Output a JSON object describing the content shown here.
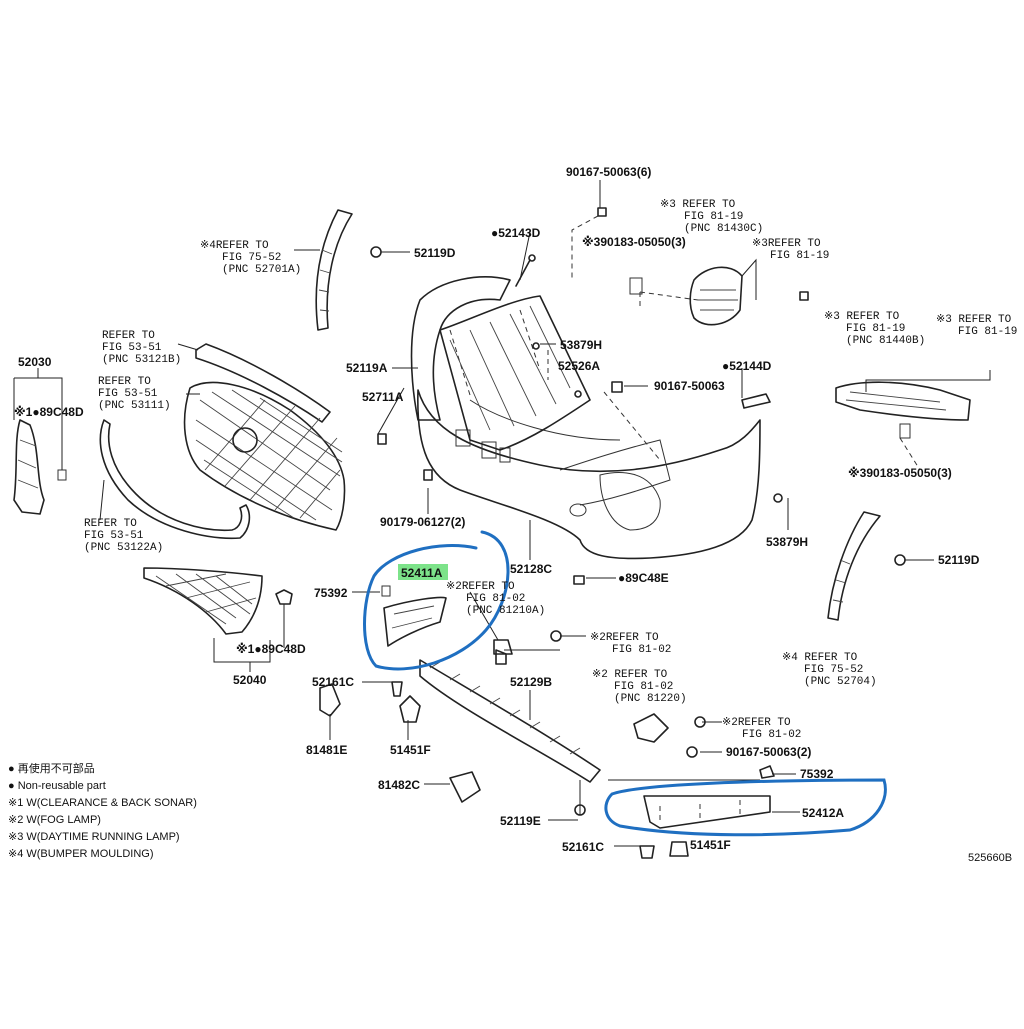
{
  "part_labels": {
    "p90167_top": "90167-50063(6)",
    "p52143D": "52143D",
    "p52119D_top": "52119D",
    "p52030": "52030",
    "p89C48D_left": "89C48D",
    "p52119A": "52119A",
    "p53879H_mid": "53879H",
    "p52526A": "52526A",
    "p90167_mid": "90167-50063",
    "p52144D": "52144D",
    "p52711A": "52711A",
    "p90179": "90179-06127(2)",
    "p52128C": "52128C",
    "p89C48E": "89C48E",
    "p53879H_right": "53879H",
    "p52119D_right": "52119D",
    "p52411A": "52411A",
    "p75392_left": "75392",
    "p89C48D_mid": "89C48D",
    "p52040": "52040",
    "p52161C_left": "52161C",
    "p52129B": "52129B",
    "p81481E": "81481E",
    "p51451F_left": "51451F",
    "p81482C": "81482C",
    "p52119E": "52119E",
    "p52161C_bottom": "52161C",
    "p51451F_bottom": "51451F",
    "p75392_right": "75392",
    "p52412A": "52412A",
    "p90167_bottom": "90167-50063(2)",
    "p90183_top": "※390183-05050(3)",
    "p90183_bottom": "※390183-05050(3)",
    "figure_code": "525660B"
  },
  "marks": {
    "bullet": "●",
    "note1": "※1",
    "note2": "※2",
    "note3": "※3",
    "note4": "※4"
  },
  "refer_notes": {
    "r4_top": [
      "※4REFER TO",
      "FIG 75-52",
      "(PNC 52701A)"
    ],
    "r3_top_a": [
      "※3 REFER TO",
      "FIG 81-19",
      "(PNC 81430C)"
    ],
    "r3_top_b": [
      "※3REFER TO",
      "FIG 81-19"
    ],
    "r53121": [
      "REFER TO",
      "FIG 53-51",
      "(PNC 53121B)"
    ],
    "r53111": [
      "REFER TO",
      "FIG 53-51",
      "(PNC 53111)"
    ],
    "r3_right_a": [
      "※3 REFER TO",
      "FIG 81-19",
      "(PNC 81440B)"
    ],
    "r3_right_b": [
      "※3 REFER TO",
      "FIG 81-19"
    ],
    "r53122": [
      "REFER TO",
      "FIG 53-51",
      "(PNC 53122A)"
    ],
    "r2_a": [
      "※2REFER TO",
      "FIG 81-02",
      "(PNC 81210A)"
    ],
    "r2_b": [
      "※2REFER TO",
      "FIG 81-02"
    ],
    "r2_c": [
      "※2 REFER TO",
      "FIG 81-02",
      "(PNC 81220)"
    ],
    "r2_d": [
      "※2REFER TO",
      "FIG 81-02"
    ],
    "r4_right": [
      "※4 REFER TO",
      "FIG 75-52",
      "(PNC 52704)"
    ]
  },
  "legend": [
    "● 再使用不可部品",
    "● Non-reusable part",
    "※1 W(CLEARANCE & BACK SONAR)",
    "※2 W(FOG LAMP)",
    "※3 W(DAYTIME RUNNING LAMP)",
    "※4 W(BUMPER MOULDING)"
  ],
  "colors": {
    "ink": "#111111",
    "highlight_circle": "#1f6fc1",
    "highlight_text_bg": "#7de38a"
  }
}
